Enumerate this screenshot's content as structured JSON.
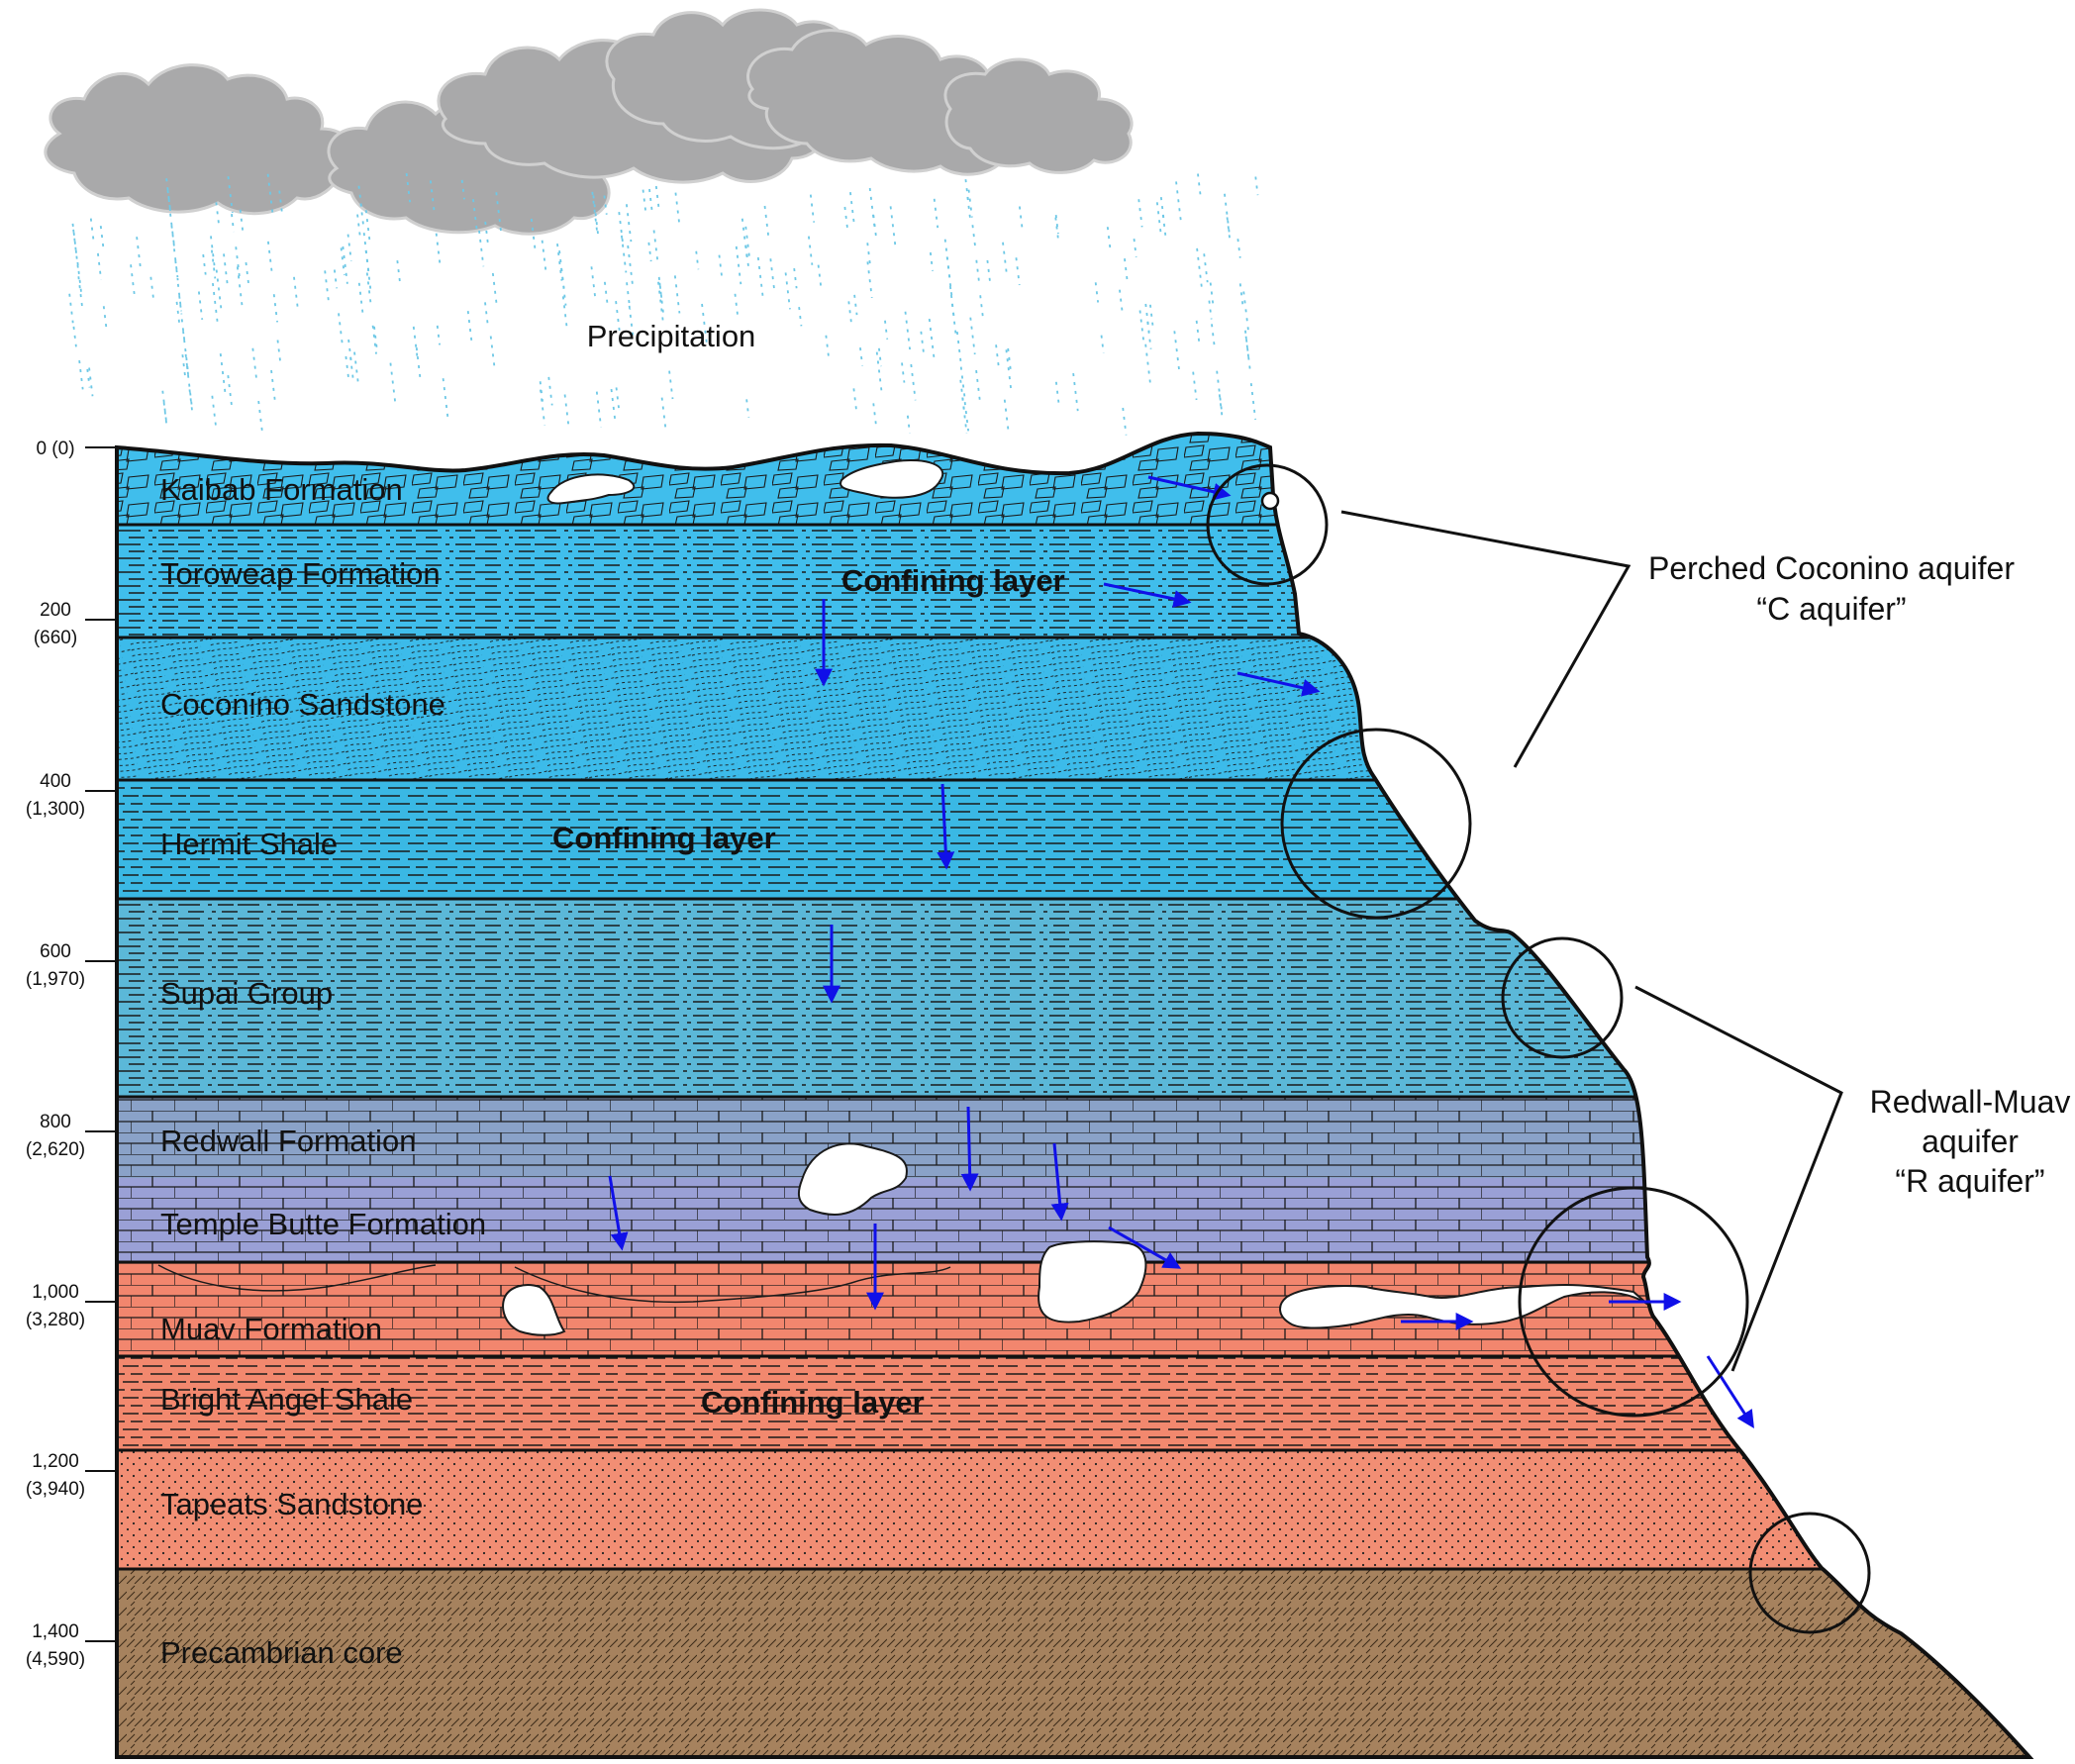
{
  "title": "",
  "precipitation_label": "Precipitation",
  "depth_ticks": [
    {
      "m": "0 (0)",
      "ft": ""
    },
    {
      "m": "200",
      "ft": "(660)"
    },
    {
      "m": "400",
      "ft": "(1,300)"
    },
    {
      "m": "600",
      "ft": "(1,970)"
    },
    {
      "m": "800",
      "ft": "(2,620)"
    },
    {
      "m": "1,000",
      "ft": "(3,280)"
    },
    {
      "m": "1,200",
      "ft": "(3,940)"
    },
    {
      "m": "1,400",
      "ft": "(4,590)"
    }
  ],
  "layers": [
    {
      "name": "Kaibab Formation",
      "color": "#40BEEC"
    },
    {
      "name": "Toroweap Formation",
      "color": "#40BEEC"
    },
    {
      "name": "Coconino Sandstone",
      "color": "#3CBBEA"
    },
    {
      "name": "Hermit Shale",
      "color": "#3AB8E4"
    },
    {
      "name": "Supai Group",
      "color": "#5BB8D8"
    },
    {
      "name": "Redwall Formation",
      "color": "#8AA2C8"
    },
    {
      "name": "Temple Butte Formation",
      "color": "#9AA0D6"
    },
    {
      "name": "Muav Formation",
      "color": "#F2866E"
    },
    {
      "name": "Bright Angel Shale",
      "color": "#F2886E"
    },
    {
      "name": "Tapeats Sandstone",
      "color": "#F28E74"
    },
    {
      "name": "Precambrian core",
      "color": "#A6825E"
    }
  ],
  "confining_labels": [
    "Confining layer",
    "Confining layer",
    "Confining layer"
  ],
  "aquifers": [
    {
      "line1": "Perched Coconino aquifer",
      "line2": "“C aquifer”"
    },
    {
      "line1": "Redwall-Muav",
      "line2": "aquifer",
      "line3": "“R aquifer”"
    }
  ],
  "colors": {
    "flow_arrow": "#1010E8",
    "cloud": "#A9A9AA",
    "rain": "#6EC8E6",
    "outline": "#111111"
  }
}
